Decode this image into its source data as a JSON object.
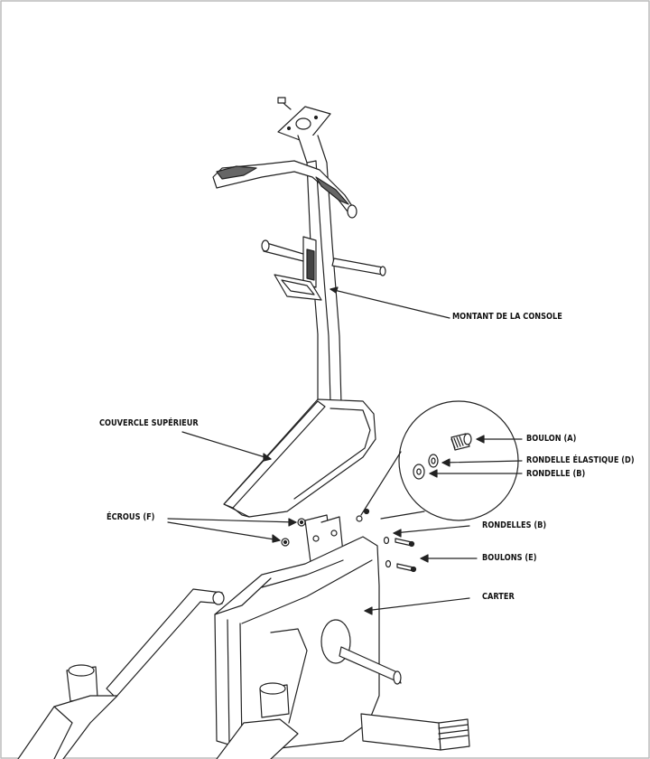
{
  "labels": {
    "montant": "MONTANT DE LA CONSOLE",
    "couvercle": "COUVERCLE SUPÉRIEUR",
    "boulon_a": "BOULON (A)",
    "rondelle_elastique": "RONDELLE ÉLASTIQUE (D)",
    "rondelle_b": "RONDELLE (B)",
    "ecrous": "ÉCROUS (F)",
    "rondelles": "RONDELLES (B)",
    "boulons": "BOULONS (E)",
    "carter": "CARTER"
  }
}
